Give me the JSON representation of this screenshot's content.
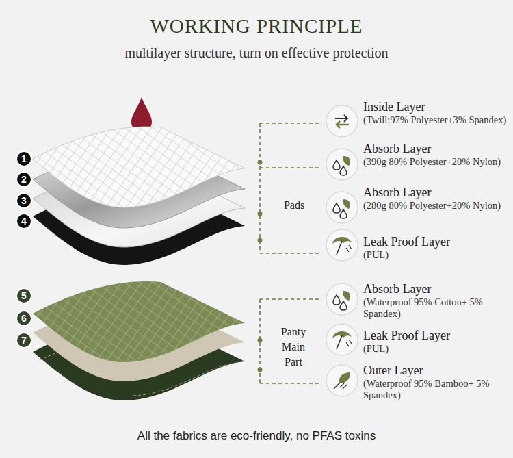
{
  "diagram": {
    "title": "WORKING PRINCIPLE",
    "caption": "All the fabrics are eco-friendly, no PFAS toxins",
    "nodes": [
      {
        "text": [
          "1"
        ]
      },
      {
        "text": [
          "2"
        ]
      },
      {
        "text": [
          "3"
        ]
      },
      {
        "text": [
          "4"
        ]
      },
      {
        "text": [
          "5"
        ]
      },
      {
        "text": [
          "6"
        ]
      },
      {
        "text": [
          "7"
        ]
      }
    ],
    "labels": [
      "multilayer structure, turn on effective protection",
      "Pads",
      "Panty Main Part",
      "Inside Layer",
      "(Twill:97% Polyester+3% Spandex)",
      "Absorb Layer",
      "(390g 80% Polyester+20% Nylon)",
      "Absorb Layer",
      "(280g 80% Polyester+20% Nylon)",
      "Leak Proof Layer",
      "(PUL)",
      "Absorb Layer",
      "(Waterproof 95% Cotton+ 5% Spandex)",
      "Leak Proof Layer",
      "(PUL)",
      "Outer Layer",
      "(Waterproof 95% Bamboo+ 5% Spandex)"
    ]
  }
}
